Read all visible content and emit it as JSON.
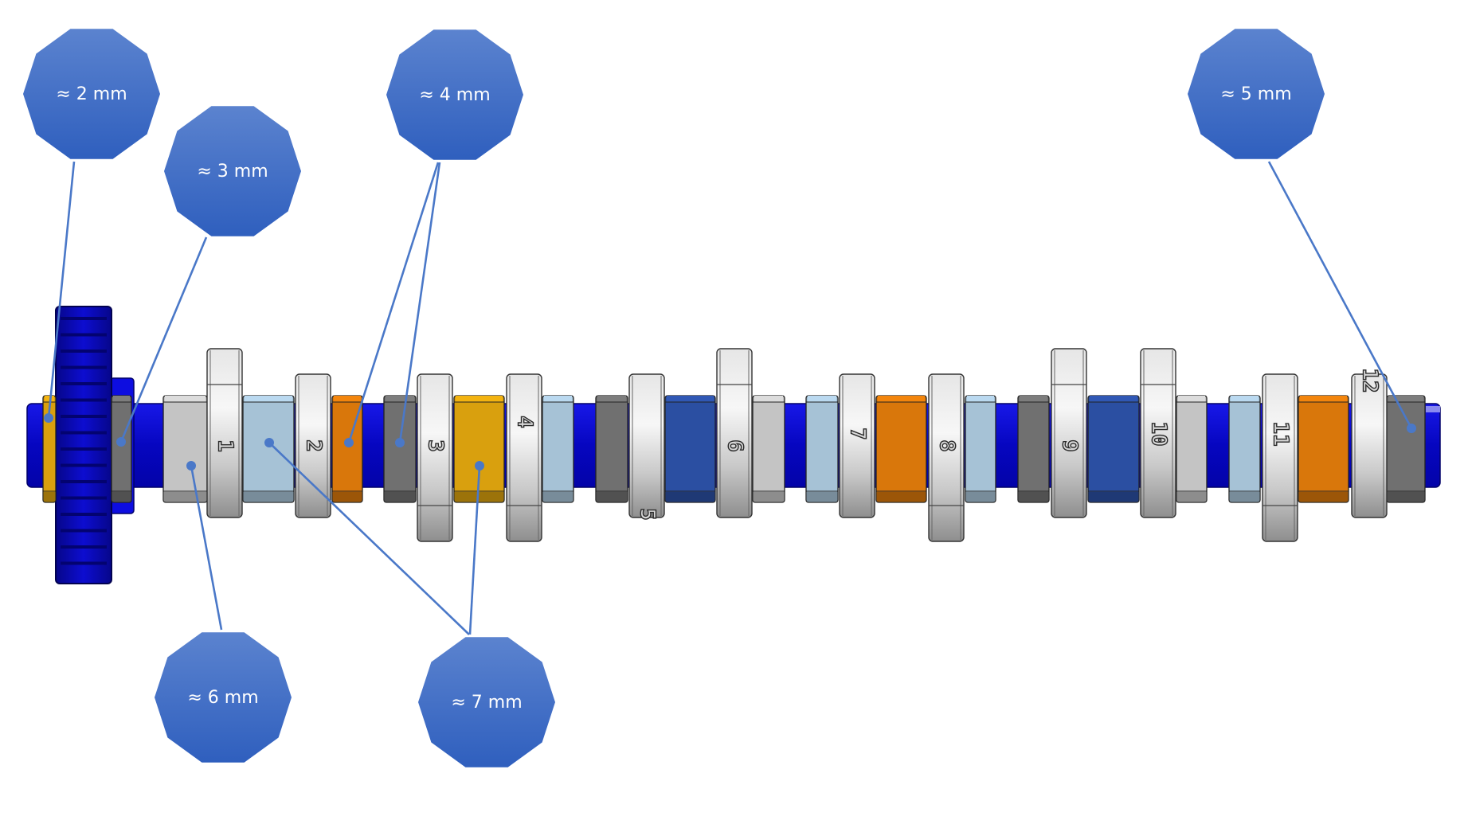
{
  "diagram": {
    "subject": "camshaft assembly with numbered cam rings and color-coded spacers",
    "colors": {
      "badge_top": "#5b83cf",
      "badge_bottom": "#2f5fbe",
      "leader": "#4a78c8",
      "shaft": "#0b0bcf",
      "gear": "#0a0ab8",
      "ring": "#d4d4d4",
      "spacer_light_gray": "#c4c4c4",
      "spacer_dark_gray": "#707070",
      "spacer_light_blue": "#a6c2d6",
      "spacer_orange": "#d9770b",
      "spacer_yellow": "#d9a00e",
      "spacer_dark_blue": "#2b4fa2"
    },
    "callouts": [
      {
        "id": "2mm",
        "label": "≈ 2 mm",
        "targets": [
          "yellow washer at gear"
        ]
      },
      {
        "id": "3mm",
        "label": "≈ 3 mm",
        "targets": [
          "dark gray washer behind gear"
        ]
      },
      {
        "id": "4mm",
        "label": "≈ 4 mm",
        "targets": [
          "orange spacer after ring 2",
          "dark gray spacer before ring 3"
        ]
      },
      {
        "id": "5mm",
        "label": "≈ 5 mm",
        "targets": [
          "dark gray spacer at shaft end"
        ]
      },
      {
        "id": "6mm",
        "label": "≈ 6 mm",
        "targets": [
          "light gray spacer before ring 1"
        ]
      },
      {
        "id": "7mm",
        "label": "≈ 7 mm",
        "targets": [
          "light blue spacer between rings 1 and 2",
          "yellow spacer between rings 3 and 4"
        ]
      }
    ],
    "rings": [
      {
        "number": "1",
        "type": "tall"
      },
      {
        "number": "2",
        "type": "short"
      },
      {
        "number": "3",
        "type": "low"
      },
      {
        "number": "4",
        "type": "low"
      },
      {
        "number": "5",
        "type": "short"
      },
      {
        "number": "6",
        "type": "tall"
      },
      {
        "number": "7",
        "type": "short"
      },
      {
        "number": "8",
        "type": "low"
      },
      {
        "number": "9",
        "type": "tall"
      },
      {
        "number": "10",
        "type": "tall"
      },
      {
        "number": "11",
        "type": "low"
      },
      {
        "number": "12",
        "type": "short"
      }
    ],
    "spacers": [
      "yellow",
      "dark_gray",
      "light_gray",
      "light_blue",
      "orange",
      "dark_gray",
      "yellow",
      "light_blue",
      "dark_gray",
      "dark_blue",
      "light_gray",
      "light_blue",
      "orange",
      "light_blue",
      "dark_gray",
      "dark_blue",
      "light_gray",
      "light_blue",
      "orange",
      "dark_gray"
    ]
  }
}
